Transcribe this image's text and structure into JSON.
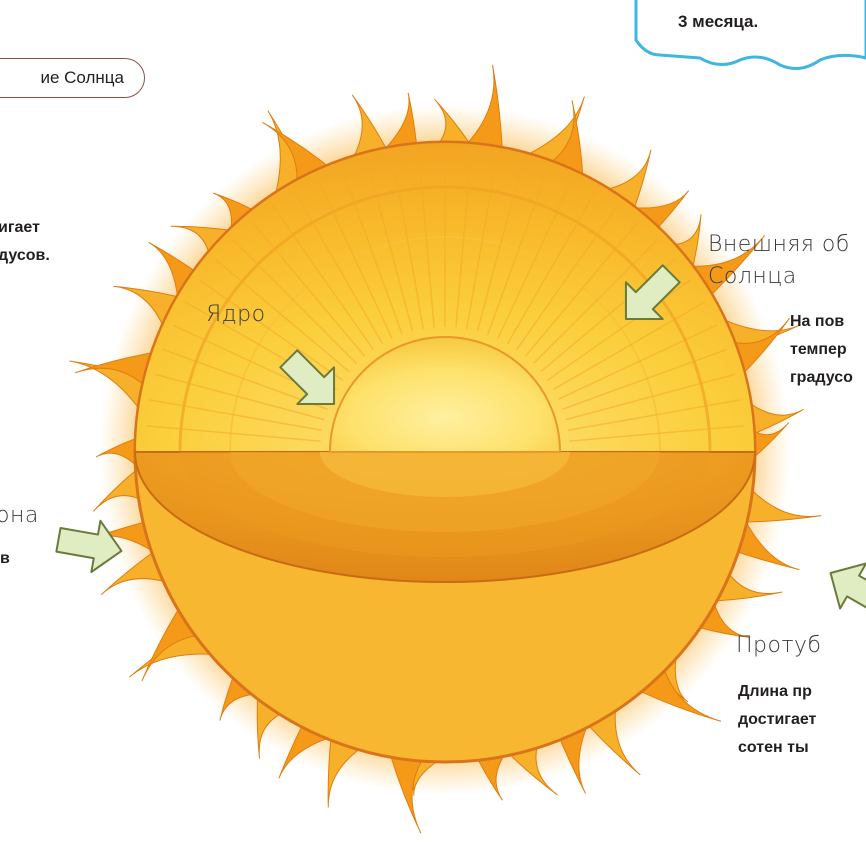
{
  "callout": {
    "text": "3 месяца."
  },
  "title_tag": {
    "text": "ие Солнца"
  },
  "left_top": {
    "line1": "игает",
    "line2": "дусов."
  },
  "left_mid": {
    "label": "она",
    "line": "в"
  },
  "core": {
    "label": "Ядро"
  },
  "outer_shell": {
    "label1": "Внешняя об",
    "label2": "Солнца",
    "text1": "На пов",
    "text2": "темпер",
    "text3": "градусо"
  },
  "prominence": {
    "label": "Протуб",
    "text1": "Длина пр",
    "text2": "достигает",
    "text3": "сотен ты"
  },
  "colors": {
    "flame": "#f39a1c",
    "sun_core": "#fdd84a",
    "lower_half": "#e58a16",
    "arrow_fill": "#e0edc2",
    "callout_border": "#3fb6e0"
  }
}
